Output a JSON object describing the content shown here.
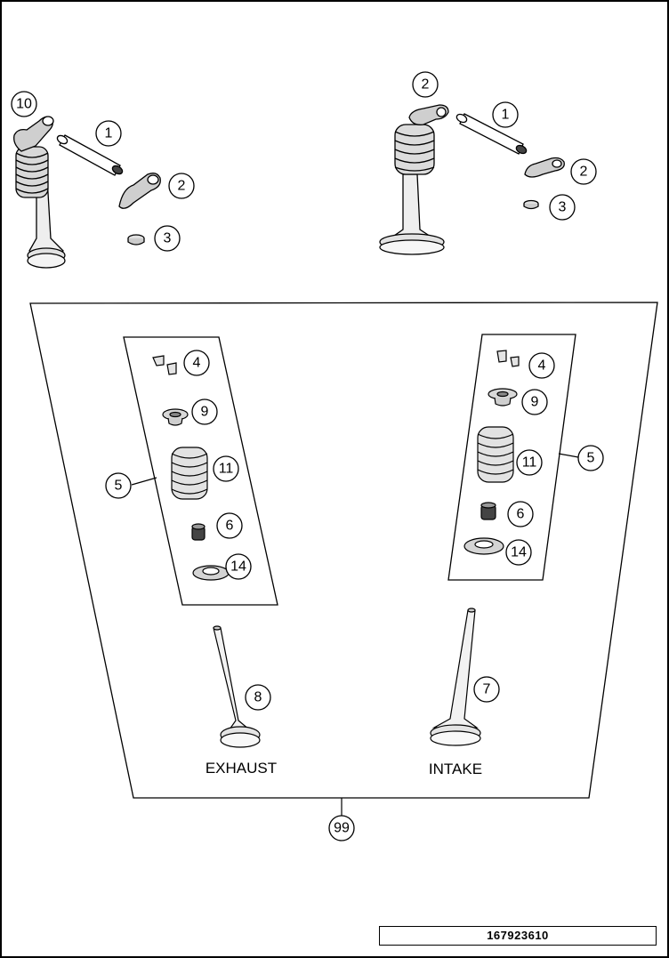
{
  "callouts": {
    "c10": "10",
    "c1a": "1",
    "c2a": "2",
    "c3a": "3",
    "c2b": "2",
    "c1b": "1",
    "c2c": "2",
    "c3b": "3",
    "c4a": "4",
    "c9a": "9",
    "c11a": "11",
    "c5a": "5",
    "c6a": "6",
    "c14a": "14",
    "c4b": "4",
    "c9b": "9",
    "c11b": "11",
    "c5b": "5",
    "c6b": "6",
    "c14b": "14",
    "c8": "8",
    "c7": "7",
    "c99": "99"
  },
  "labels": {
    "exhaust": "EXHAUST",
    "intake": "INTAKE"
  },
  "document_number": "167923610"
}
